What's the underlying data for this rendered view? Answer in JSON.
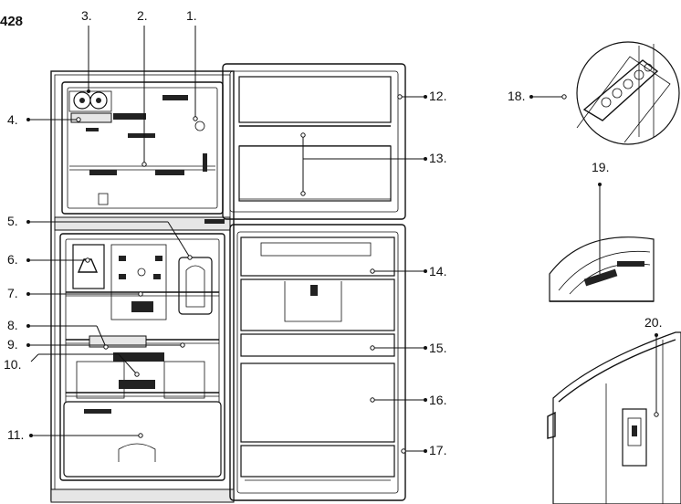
{
  "page_number": "428",
  "labels": {
    "l1": "1.",
    "l2": "2.",
    "l3": "3.",
    "l4": "4.",
    "l5": "5.",
    "l6": "6.",
    "l7": "7.",
    "l8": "8.",
    "l9": "9.",
    "l10": "10.",
    "l11": "11.",
    "l12": "12.",
    "l13": "13.",
    "l14": "14.",
    "l15": "15.",
    "l16": "16.",
    "l17": "17.",
    "l18": "18.",
    "l19": "19.",
    "l20": "20."
  }
}
